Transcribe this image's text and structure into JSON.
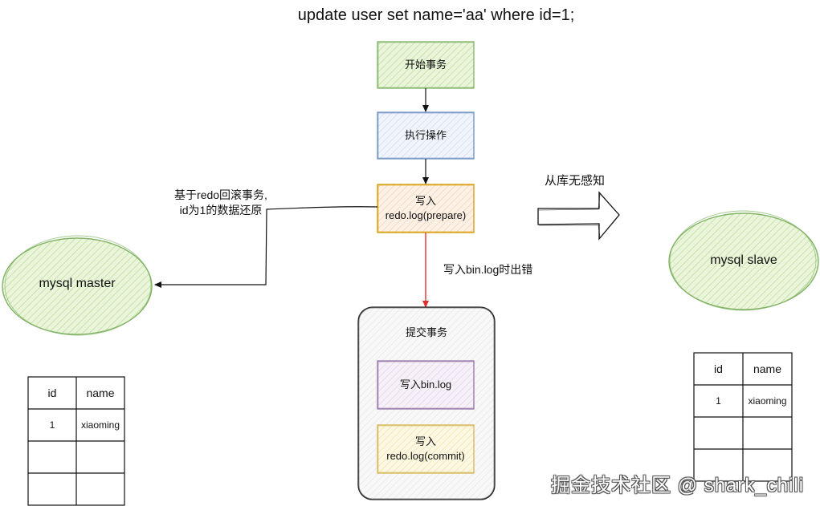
{
  "title": "update user set name='aa' where id=1;",
  "steps": {
    "begin": "开始事务",
    "execute": "执行操作",
    "redo_prepare": "写入\nredo.log(prepare)",
    "commit_group": "提交事务",
    "binlog_write": "写入bin.log",
    "redo_commit": "写入\nredo.log(commit)"
  },
  "edges": {
    "error_label": "写入bin.log时出错",
    "rollback_label": "基于redo回滚事务,\nid为1的数据还原",
    "slave_label": "从库无感知"
  },
  "nodes": {
    "master": "mysql master",
    "slave": "mysql slave"
  },
  "master_table": {
    "headers": [
      "id",
      "name"
    ],
    "rows": [
      [
        "1",
        "xiaoming"
      ],
      [
        "",
        ""
      ],
      [
        "",
        ""
      ]
    ]
  },
  "slave_table": {
    "headers": [
      "id",
      "name"
    ],
    "rows": [
      [
        "1",
        "xiaoming"
      ],
      [
        "",
        ""
      ],
      [
        "",
        ""
      ]
    ]
  },
  "watermark": "掘金技术社区 @ shark_chili",
  "colors": {
    "green_fill": "#e6f3d6",
    "green_stroke": "#82b366",
    "blue_fill": "#eef3fb",
    "blue_stroke": "#6c8ebf",
    "orange_fill": "#fbeee0",
    "orange_stroke": "#d79b00",
    "purple_fill": "#f3eef6",
    "purple_stroke": "#9673a6",
    "yellow_fill": "#fcf6dc",
    "yellow_stroke": "#d6b656",
    "error_arrow": "#e03030"
  }
}
